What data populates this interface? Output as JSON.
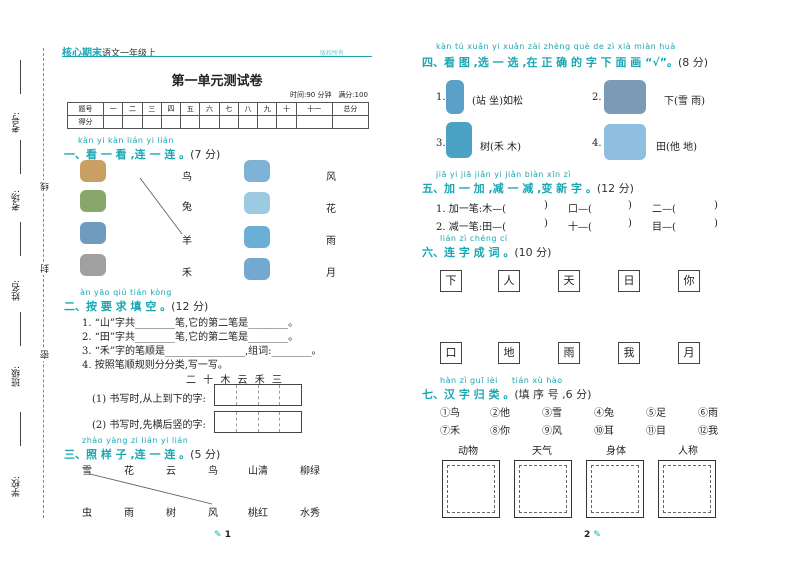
{
  "binding": {
    "fields": [
      "考号:",
      "考场:",
      "姓名:",
      "班级:",
      "学校:"
    ],
    "seal": [
      "线",
      "封",
      "密"
    ]
  },
  "header": {
    "logo": "核心期末",
    "logo_sub": "语文一年级上",
    "tag": "版权所有",
    "title": "第一单元测试卷",
    "time": "时间:90 分钟",
    "full": "满分:100"
  },
  "score_table": {
    "row1": [
      "题号",
      "一",
      "二",
      "三",
      "四",
      "五",
      "六",
      "七",
      "八",
      "九",
      "十",
      "十一",
      "总分"
    ],
    "row2_label": "得分"
  },
  "s1": {
    "pinyin": "kàn yi kàn  lián yi lián",
    "title": "一、看 一 看 ,连 一 连 。",
    "score": "(7 分)",
    "left_words": [
      "鸟",
      "兔",
      "羊",
      "禾"
    ],
    "right_words": [
      "风",
      "花",
      "雨",
      "月"
    ]
  },
  "s2": {
    "pinyin": "àn yāo qiú tián kòng",
    "title": "二、按 要 求 填 空 。",
    "score": "(12 分)",
    "q1": "1. “山”字共________笔,它的第二笔是________。",
    "q2": "2. “田”字共________笔,它的第二笔是________。",
    "q3": "3. “禾”字的笔顺是________________,组词:________。",
    "q4": "4. 按照笔顺规则分分类,写一写。",
    "chars": "二  十  木  云  禾  三",
    "sub1": "(1) 书写时,从上到下的字:",
    "sub2": "(2) 书写时,先横后竖的字:"
  },
  "s3": {
    "pinyin": "zhào yàng zi   lián yi lián",
    "title": "三、照 样 子 ,连 一 连 。",
    "score": "(5 分)",
    "top": [
      "雪",
      "花",
      "云",
      "鸟",
      "山清",
      "柳绿"
    ],
    "bottom": [
      "虫",
      "雨",
      "树",
      "风",
      "桃红",
      "水秀"
    ]
  },
  "page1": "1",
  "s4": {
    "pinyin": "kàn tú   xuǎn yi xuǎn   zài zhèng què de zì xià miàn huà",
    "title": "四、看 图 ,选 一 选 ,在  正  确 的 字 下 面 画 “√”。",
    "score": "(8 分)",
    "items": [
      "1.",
      "2.",
      "3.",
      "4."
    ],
    "opts": [
      "(站  坐)如松",
      "下(雪  雨)",
      "树(禾  木)",
      "田(他  地)"
    ]
  },
  "s5": {
    "pinyin": "jiā yi jiā   jiǎn yi jiǎn   biàn xīn zì",
    "title": "五、加 一 加 ,减 一 减 ,变 新 字 。",
    "score": "(12 分)",
    "row1": [
      "1. 加一笔:木—(",
      ")",
      "口—(",
      ")",
      "二—(",
      ")"
    ],
    "row2": [
      "2. 减一笔:田—(",
      ")",
      "十—(",
      ")",
      "目—(",
      ")"
    ]
  },
  "s6": {
    "pinyin": "lián zì chéng cí",
    "title": "六、连 字 成 词 。",
    "score": "(10 分)",
    "top": [
      "下",
      "人",
      "天",
      "日",
      "你"
    ],
    "bottom": [
      "口",
      "地",
      "雨",
      "我",
      "月"
    ]
  },
  "s7": {
    "pinyin": "hàn zì guī lèi",
    "pinyin2": "tián xù hào",
    "title": "七、汉 字 归 类 。",
    "score": "(填 序 号 ,6 分)",
    "row1": [
      "①鸟",
      "②他",
      "③雪",
      "④兔",
      "⑤足",
      "⑥雨"
    ],
    "row2": [
      "⑦禾",
      "⑧你",
      "⑨风",
      "⑩耳",
      "⑪目",
      "⑫我"
    ],
    "cats": [
      "动物",
      "天气",
      "身体",
      "人称"
    ]
  },
  "page2": "2"
}
